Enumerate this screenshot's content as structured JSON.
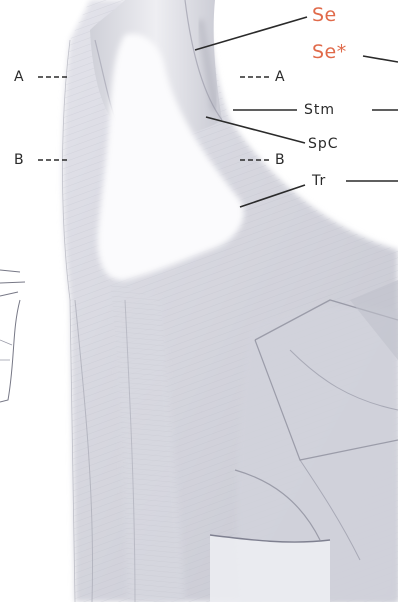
{
  "labels": {
    "se": "Se",
    "se_star": "Se*",
    "stm": "Stm",
    "spc": "SpC",
    "tr": "Tr",
    "a_left": "A",
    "a_right": "A",
    "b_left": "B",
    "b_right": "B"
  },
  "colors": {
    "red_label": "#e06a4a",
    "ink": "#2a2a2a"
  }
}
